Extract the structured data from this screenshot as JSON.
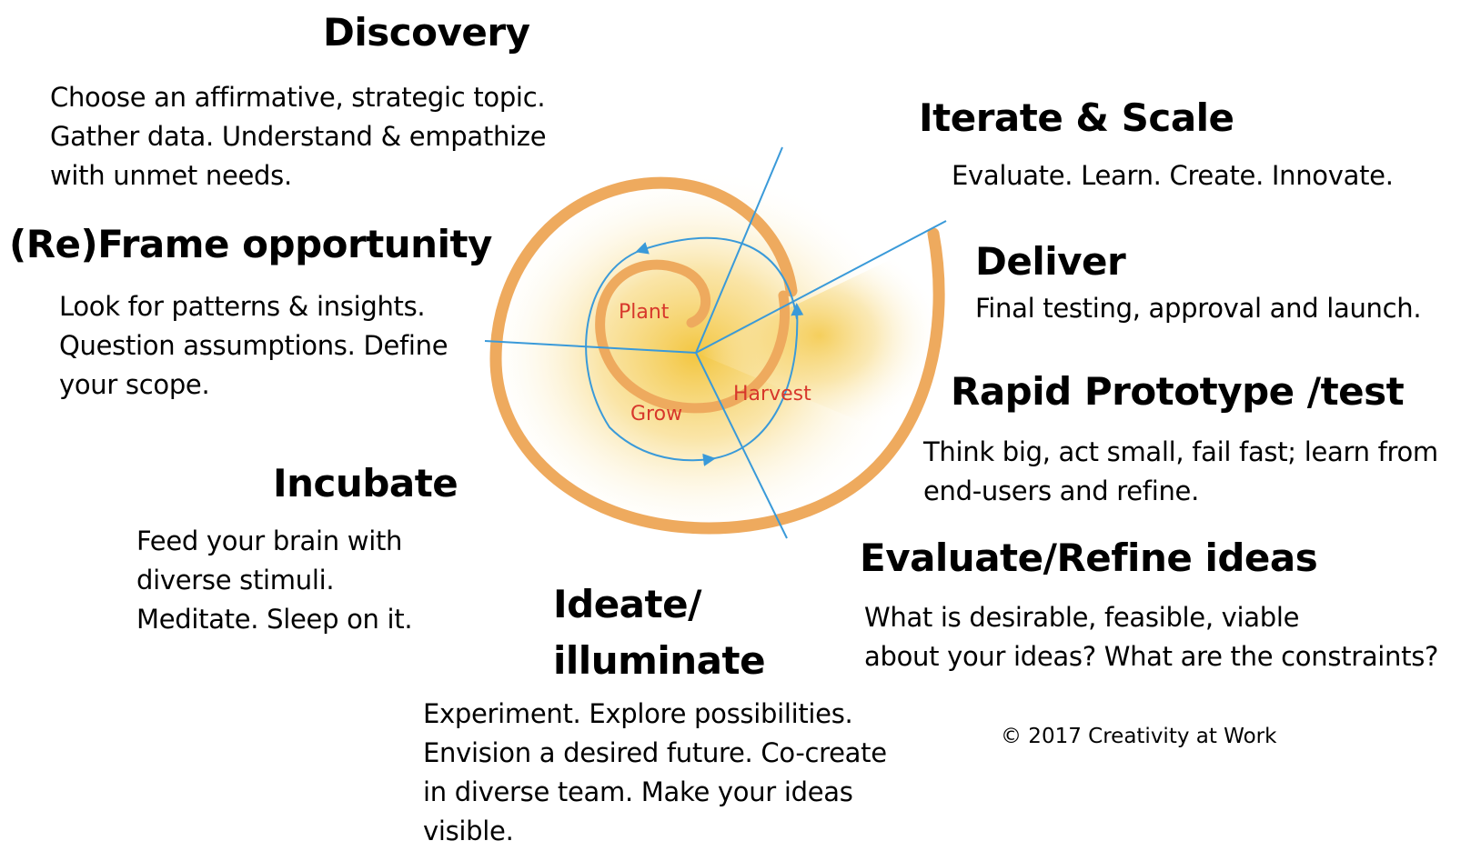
{
  "stages": [
    {
      "key": "discovery",
      "title": "Discovery",
      "description": "Choose an affirmative, strategic topic.\nGather data. Understand & empathize\nwith unmet needs."
    },
    {
      "key": "reframe",
      "title": "(Re)Frame opportunity",
      "description": "Look for patterns & insights.\nQuestion assumptions. Define\nyour scope."
    },
    {
      "key": "incubate",
      "title": "Incubate",
      "description": "Feed your brain with\ndiverse stimuli.\nMeditate. Sleep on it."
    },
    {
      "key": "ideate",
      "title": "Ideate/\nilluminate",
      "description": "Experiment. Explore possibilities.\nEnvision a desired future. Co-create\nin diverse team. Make your ideas\nvisible."
    },
    {
      "key": "evaluate",
      "title": "Evaluate/Refine ideas",
      "description": "What is desirable, feasible, viable\nabout your ideas? What are the constraints?"
    },
    {
      "key": "prototype",
      "title": "Rapid Prototype /test",
      "description": "Think big, act small, fail fast; learn from\nend-users and refine."
    },
    {
      "key": "deliver",
      "title": "Deliver",
      "description": "Final testing, approval and launch."
    },
    {
      "key": "iterate",
      "title": "Iterate & Scale",
      "description": "Evaluate. Learn. Create. Innovate."
    }
  ],
  "spiral_labels": {
    "plant": "Plant",
    "grow": "Grow",
    "harvest": "Harvest"
  },
  "copyright": "© 2017 Creativity at Work",
  "colors": {
    "spiral": "#eeaa5e",
    "arrows": "#3a9ad9",
    "labels": "#d7372b",
    "glow": "#f3c640"
  }
}
